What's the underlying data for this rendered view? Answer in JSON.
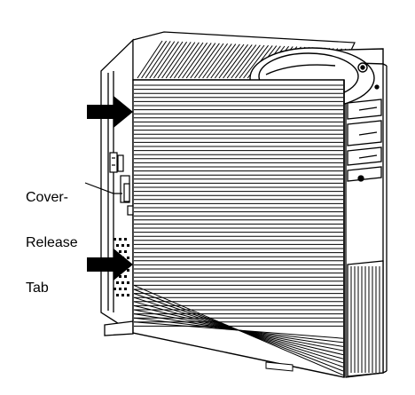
{
  "figure": {
    "callout_lines": [
      "Cover-",
      "Release",
      "Tab"
    ],
    "colors": {
      "ink": "#000000",
      "paper": "#ffffff"
    },
    "arrows": [
      "arrow-upper",
      "arrow-lower"
    ]
  }
}
